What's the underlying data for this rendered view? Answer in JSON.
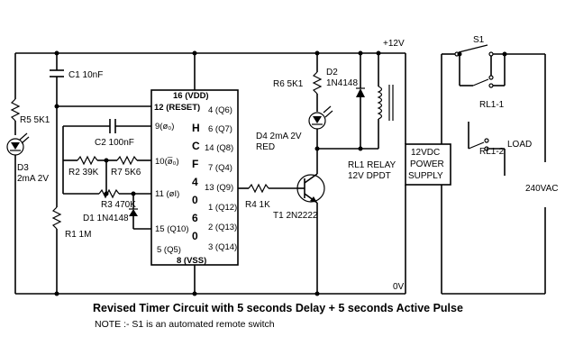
{
  "supply": {
    "plus": "+12V",
    "zero": "0V"
  },
  "components": {
    "c1": "C1 10nF",
    "r5": "R5 5K1",
    "d3_line1": "D3",
    "d3_line2": "2mA 2V",
    "r1": "R1 1M",
    "c2": "C2 100nF",
    "r2": "R2 39K",
    "r7": "R7 5K6",
    "r3": "R3 470K",
    "d1": "D1 1N4148",
    "r6": "R6 5K1",
    "d2_line1": "D2",
    "d2_line2": "1N4148",
    "d4_line1": "D4 2mA 2V",
    "d4_line2": "RED",
    "r4": "R4 1K",
    "t1": "T1 2N2222",
    "rl1_line1": "RL1 RELAY",
    "rl1_line2": "12V DPDT",
    "psu_line1": "12VDC",
    "psu_line2": "POWER",
    "psu_line3": "SUPPLY",
    "s1": "S1",
    "rl1_1": "RL1-1",
    "rl1_2": "RL1-2",
    "load": "LOAD",
    "mains": "240VAC"
  },
  "ic": {
    "letters": [
      "H",
      "C",
      "F",
      "4",
      "0",
      "6",
      "0"
    ],
    "pins": {
      "p16": "16 (VDD)",
      "p12": "12 (RESET)",
      "p9": "9(ø₀)",
      "p10": "10(ø̅₀)",
      "p11": "11 (øI)",
      "p15": "15 (Q10)",
      "p5": "5 (Q5)",
      "p8": "8 (VSS)",
      "p4": "4 (Q6)",
      "p6": "6 (Q7)",
      "p14": "14 (Q8)",
      "p7": "7 (Q4)",
      "p13": "13 (Q9)",
      "p1": "1 (Q12)",
      "p2": "2 (Q13)",
      "p3": "3 (Q14)"
    }
  },
  "caption": {
    "title": "Revised Timer Circuit with 5 seconds Delay + 5 seconds Active Pulse",
    "note": "NOTE :- S1 is an automated remote switch"
  }
}
